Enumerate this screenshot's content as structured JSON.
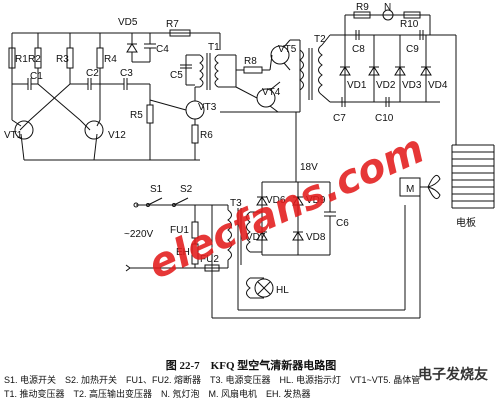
{
  "labels": {
    "r1": "R1",
    "r2": "R2",
    "r3": "R3",
    "r4": "R4",
    "r5": "R5",
    "r6": "R6",
    "r7": "R7",
    "r8": "R8",
    "r9": "R9",
    "r10": "R10",
    "c1": "C1",
    "c2": "C2",
    "c3": "C3",
    "c4": "C4",
    "c5": "C5",
    "c6": "C6",
    "c7": "C7",
    "c8": "C8",
    "c9": "C9",
    "c10": "C10",
    "vt1": "VT1",
    "vt2": "V12",
    "vt3": "VT3",
    "vt4": "VT4",
    "vt5": "VT5",
    "vd1": "VD1",
    "vd2": "VD2",
    "vd3": "VD3",
    "vd4": "VD4",
    "vd5": "VD5",
    "vd6": "VD6",
    "vd7": "VD7",
    "vd8": "VD8",
    "vd9": "VD9",
    "t1": "T1",
    "t2": "T2",
    "t3": "T3",
    "n": "N",
    "m": "M",
    "hl": "HL",
    "eh": "EH",
    "s1": "S1",
    "s2": "S2",
    "fu1": "FU1",
    "fu2": "FU2",
    "v18": "18V",
    "v220": "~220V",
    "plate": "电板"
  },
  "watermark": "elecfans.com",
  "corner_mark": "电子发烧友",
  "caption": "图 22-7　KFQ 型空气清新器电路图",
  "legend": [
    "S1. 电源开关　S2. 加热开关　FU1、FU2. 熔断器　T3. 电源变压器　HL. 电源指示灯　VT1~VT5. 晶体管",
    "T1. 推动变压器　T2. 高压输出变压器　N. 氖灯泡　M. 风扇电机　EH. 发热器"
  ]
}
